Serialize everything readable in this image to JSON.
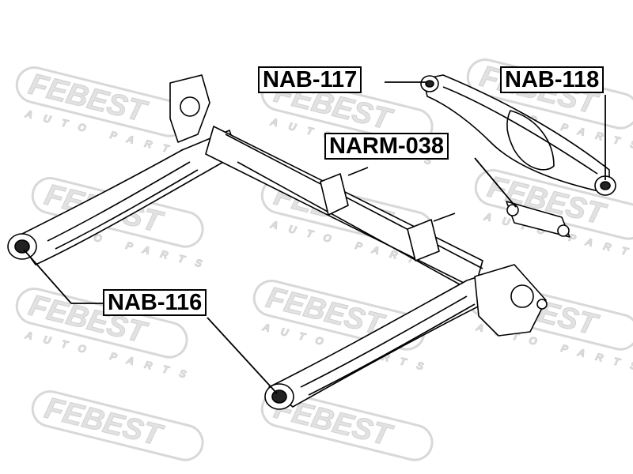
{
  "watermark": {
    "brand": "FEBEST",
    "tagline": "AUTO PARTS",
    "color": "#e0e0e0"
  },
  "callouts": {
    "nab_117": "NAB-117",
    "nab_118": "NAB-118",
    "narm_038": "NARM-038",
    "nab_116": "NAB-116"
  },
  "colors": {
    "line": "#000000",
    "part_fill": "#ffffff",
    "bushing_fill": "#222222"
  }
}
